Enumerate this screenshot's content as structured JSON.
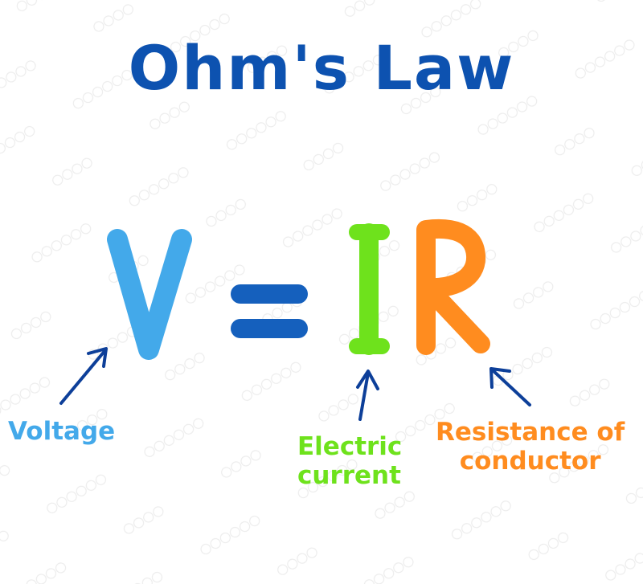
{
  "title": "Ohm's Law",
  "formula": {
    "left": "V",
    "operator": "=",
    "current_symbol": "I",
    "resistance_symbol": "R"
  },
  "labels": {
    "voltage": "Voltage",
    "current_line1": "Electric",
    "current_line2": "current",
    "resistance_line1": "Resistance of",
    "resistance_line2": "conductor"
  },
  "colors": {
    "title": "#0d52b0",
    "voltage": "#43a9ea",
    "operator": "#1560bd",
    "current": "#6ee21c",
    "resistance": "#ff8c1f",
    "arrow": "#0d3f99"
  }
}
